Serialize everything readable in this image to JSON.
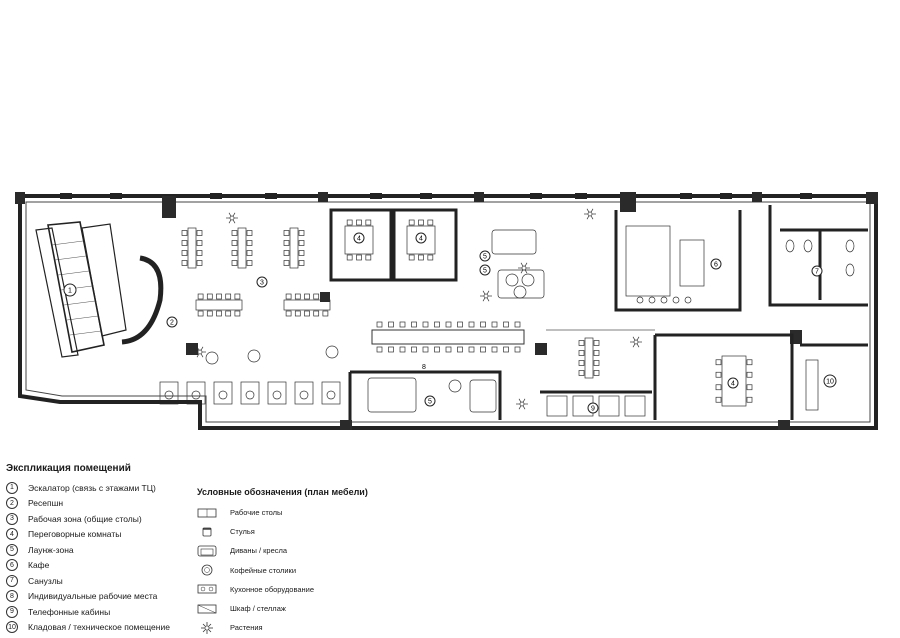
{
  "plan": {
    "room_markers": [
      "1",
      "2",
      "3",
      "4",
      "5",
      "6",
      "7",
      "8",
      "9",
      "10"
    ]
  },
  "legend": {
    "title": "Экспликация помещений",
    "rooms": [
      {
        "num": "1",
        "label": "Эскалатор (связь с этажами ТЦ)"
      },
      {
        "num": "2",
        "label": "Ресепшн"
      },
      {
        "num": "3",
        "label": "Рабочая зона (общие столы)"
      },
      {
        "num": "4",
        "label": "Переговорные комнаты"
      },
      {
        "num": "5",
        "label": "Лаунж-зона"
      },
      {
        "num": "6",
        "label": "Кафе"
      },
      {
        "num": "7",
        "label": "Санузлы"
      },
      {
        "num": "8",
        "label": "Индивидуальные рабочие места"
      },
      {
        "num": "9",
        "label": "Телефонные кабины"
      },
      {
        "num": "10",
        "label": "Кладовая / техническое помещение"
      }
    ]
  },
  "symbols": {
    "title": "Условные обозначения (план мебели)",
    "items": [
      {
        "icon": "desk-icon",
        "label": "Рабочие столы"
      },
      {
        "icon": "chair-icon",
        "label": "Стулья"
      },
      {
        "icon": "sofa-icon",
        "label": "Диваны / кресла"
      },
      {
        "icon": "coffee-table-icon",
        "label": "Кофейные столики"
      },
      {
        "icon": "kitchen-equipment-icon",
        "label": "Кухонное оборудование"
      },
      {
        "icon": "cabinet-icon",
        "label": "Шкаф / стеллаж"
      },
      {
        "icon": "plant-icon",
        "label": "Растения"
      }
    ]
  }
}
